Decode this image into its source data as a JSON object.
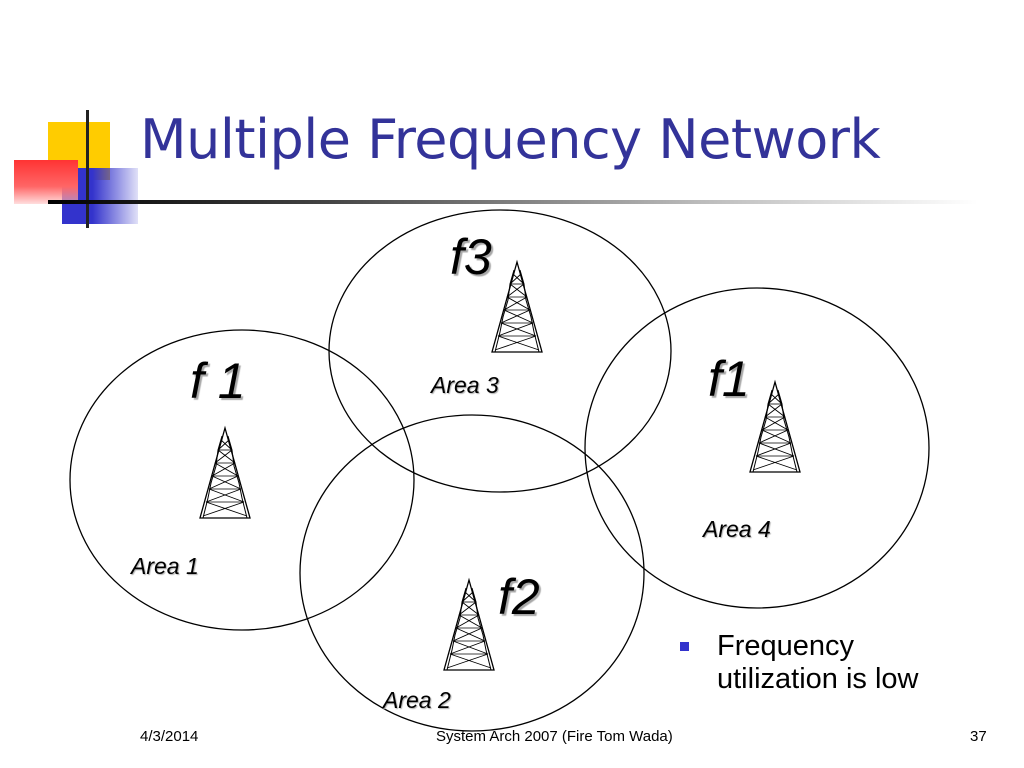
{
  "slide": {
    "title": "Multiple Frequency Network",
    "areas": [
      {
        "frequency": "f 1",
        "area_label": "Area 1"
      },
      {
        "frequency": "f2",
        "area_label": "Area 2"
      },
      {
        "frequency": "f3",
        "area_label": "Area 3"
      },
      {
        "frequency": "f1",
        "area_label": "Area 4"
      }
    ],
    "bullet": "Frequency utilization is low",
    "footer": {
      "date": "4/3/2014",
      "center": "System Arch 2007  (Fire Tom Wada)",
      "page": "37"
    }
  },
  "colors": {
    "title": "#333399",
    "bullet": "#3333cc",
    "deco_yellow": "#ffcc00",
    "deco_red": "#ff3333",
    "deco_blue": "#3333cc"
  },
  "icons": [
    "tower-icon",
    "bullet-square-icon"
  ]
}
